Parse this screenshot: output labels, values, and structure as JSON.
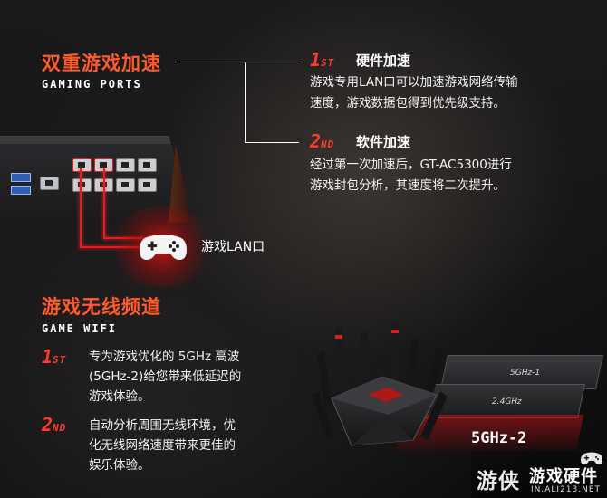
{
  "gaming_ports": {
    "title_cn": "双重游戏加速",
    "title_en": "GAMING PORTS",
    "first": {
      "ordinal_num": "1",
      "ordinal_suffix": "ST",
      "title": "硬件加速",
      "text_line1": "游戏专用LAN口可以加速游戏网络传输",
      "text_line2": "速度，游戏数据包得到优先级支持。"
    },
    "second": {
      "ordinal_num": "2",
      "ordinal_suffix": "ND",
      "title": "软件加速",
      "text_line1": "经过第一次加速后，GT-AC5300进行",
      "text_line2": "游戏封包分析，其速度将二次提升。"
    },
    "lan_label": "游戏LAN口"
  },
  "game_wifi": {
    "title_cn": "游戏无线频道",
    "title_en": "GAME WIFI",
    "first": {
      "ordinal_num": "1",
      "ordinal_suffix": "ST",
      "text_line1": "专为游戏优化的 5GHz 高波",
      "text_line2": "(5GHz-2)给您带来低延迟的",
      "text_line3": "游戏体验。"
    },
    "second": {
      "ordinal_num": "2",
      "ordinal_suffix": "ND",
      "text_line1": "自动分析周围无线环境，优",
      "text_line2": "化无线网络速度带来更佳的",
      "text_line3": "娱乐体验。"
    },
    "bands": [
      "5GHz-1",
      "2.4GHz"
    ],
    "highlight_band": "5GHz-2"
  },
  "watermark": {
    "logo_left": "游侠",
    "logo_right": "游戏硬件",
    "url": "IN.ALI213.NET"
  },
  "colors": {
    "accent": "#ff5a2a",
    "ordinal_red": "#ff3b2a",
    "glow_red": "#e02020"
  },
  "icons": [
    "gamepad-icon",
    "router-icon"
  ]
}
